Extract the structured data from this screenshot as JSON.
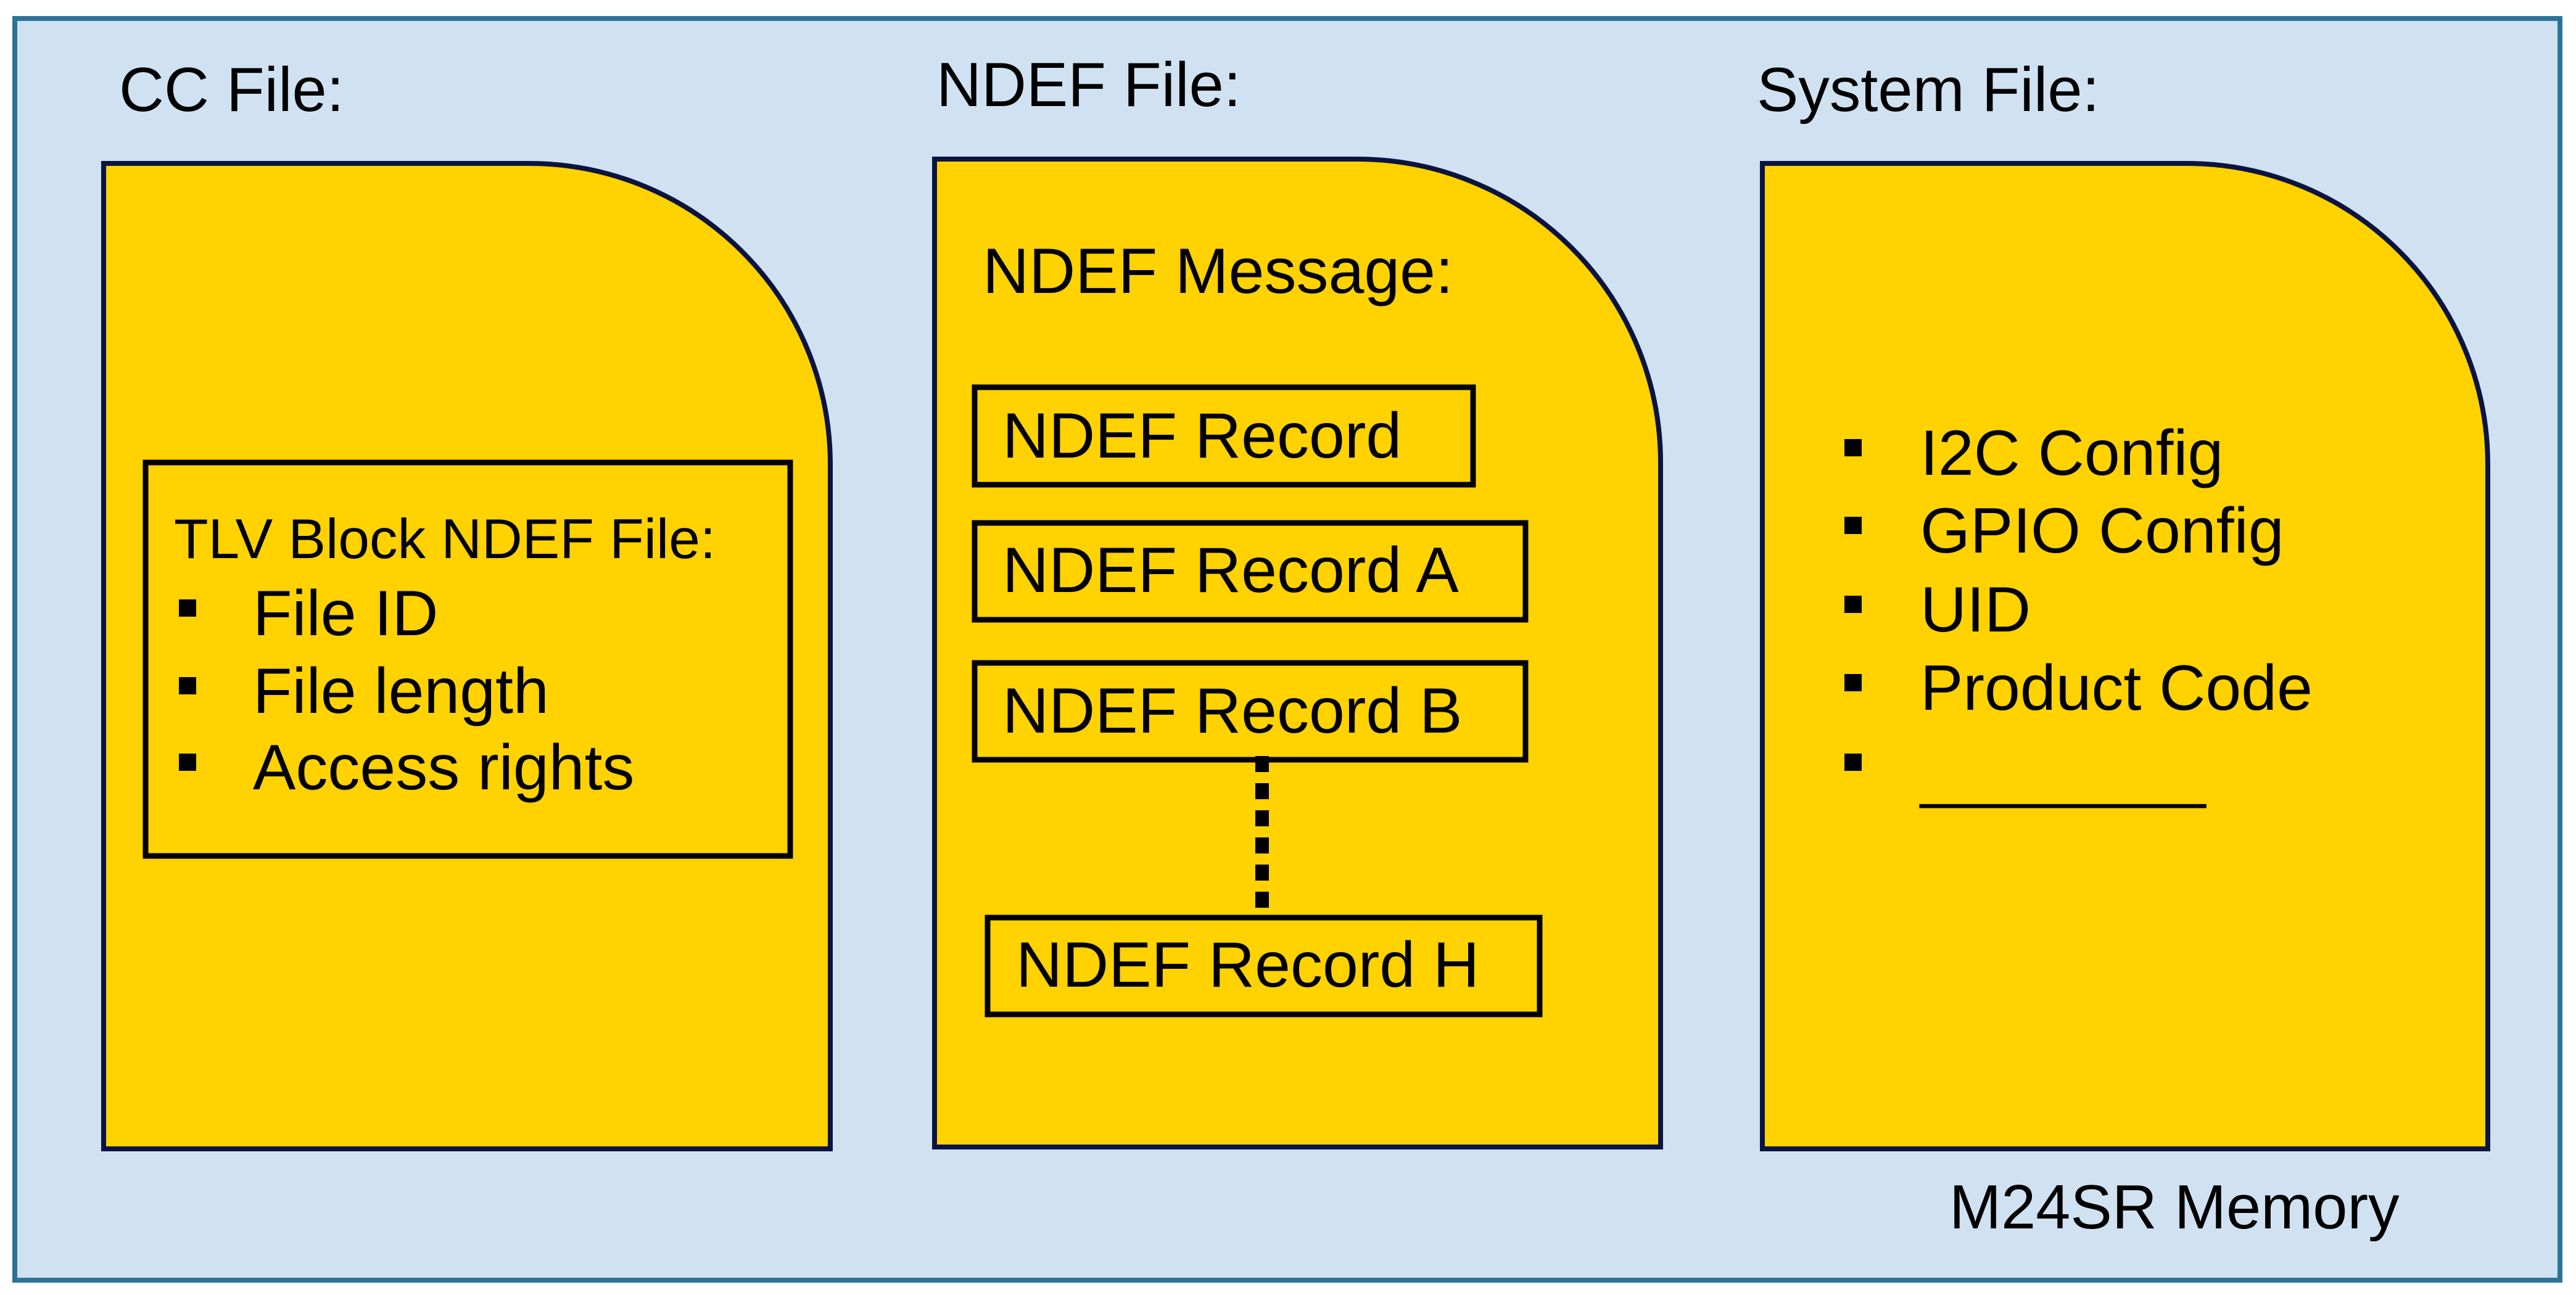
{
  "colors": {
    "background": "#d0e2f2",
    "outer_border": "#2e7396",
    "file_fill": "#ffd200",
    "file_stroke": "#0b1440",
    "box_stroke": "#000000",
    "text": "#000000"
  },
  "cc_file": {
    "title": "CC File:",
    "tlv_block": {
      "title": "TLV Block NDEF File:",
      "items": [
        "File ID",
        "File length",
        "Access rights"
      ]
    }
  },
  "ndef_file": {
    "title": "NDEF File:",
    "message_label": "NDEF Message:",
    "records": [
      "NDEF Record",
      "NDEF Record A",
      "NDEF Record B",
      "NDEF Record H"
    ]
  },
  "system_file": {
    "title": "System File:",
    "items": [
      "I2C Config",
      "GPIO Config",
      "UID",
      "Product Code",
      "________"
    ]
  },
  "memory_label": "M24SR Memory"
}
